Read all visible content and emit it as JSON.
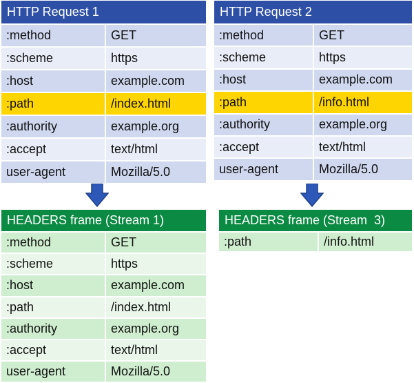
{
  "request1": {
    "title": "HTTP Request 1",
    "rows": [
      {
        "name": ":method",
        "value": "GET"
      },
      {
        "name": ":scheme",
        "value": "https"
      },
      {
        "name": ":host",
        "value": "example.com"
      },
      {
        "name": ":path",
        "value": "/index.html",
        "highlight": true
      },
      {
        "name": ":authority",
        "value": "example.org"
      },
      {
        "name": ":accept",
        "value": "text/html"
      },
      {
        "name": "user-agent",
        "value": "Mozilla/5.0"
      }
    ]
  },
  "request2": {
    "title": "HTTP Request 2",
    "rows": [
      {
        "name": ":method",
        "value": "GET"
      },
      {
        "name": ":scheme",
        "value": "https"
      },
      {
        "name": ":host",
        "value": "example.com"
      },
      {
        "name": ":path",
        "value": "/info.html",
        "highlight": true
      },
      {
        "name": ":authority",
        "value": "example.org"
      },
      {
        "name": ":accept",
        "value": "text/html"
      },
      {
        "name": "user-agent",
        "value": "Mozilla/5.0"
      }
    ]
  },
  "frame1": {
    "title": "HEADERS frame (Stream 1)",
    "rows": [
      {
        "name": ":method",
        "value": "GET"
      },
      {
        "name": ":scheme",
        "value": "https"
      },
      {
        "name": ":host",
        "value": "example.com"
      },
      {
        "name": ":path",
        "value": "/index.html"
      },
      {
        "name": ":authority",
        "value": "example.org"
      },
      {
        "name": ":accept",
        "value": "text/html"
      },
      {
        "name": "user-agent",
        "value": "Mozilla/5.0"
      }
    ]
  },
  "frame2": {
    "title": "HEADERS frame (Stream  3)",
    "rows": [
      {
        "name": ":path",
        "value": "/info.html"
      }
    ]
  },
  "colors": {
    "request_header": "#2e4fa6",
    "frame_header": "#0b8a43",
    "highlight": "#ffd500",
    "arrow": "#2e58b8"
  },
  "icons": {
    "arrow": "down-arrow-icon"
  }
}
